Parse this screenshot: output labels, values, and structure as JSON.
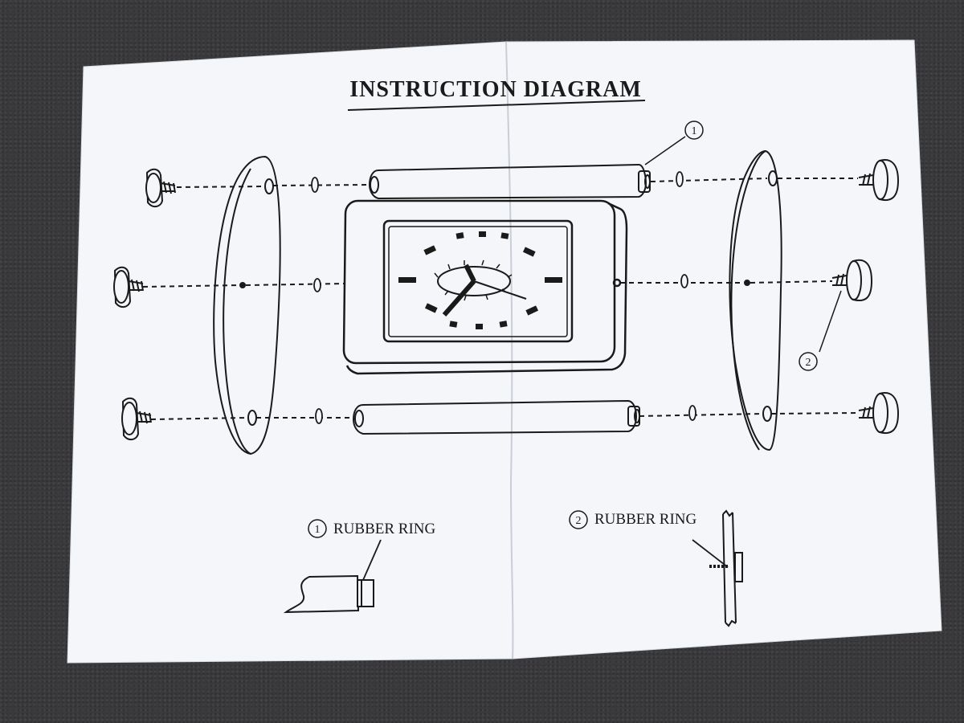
{
  "diagram": {
    "title": "INSTRUCTION DIAGRAM",
    "callouts": [
      {
        "number": "1",
        "text": "RUBBER RING"
      },
      {
        "number": "2",
        "text": "RUBBER RING"
      }
    ]
  },
  "colors": {
    "paper": "#f4f6f9",
    "ink": "#1a1a1a",
    "background": "#3a3a3c"
  }
}
